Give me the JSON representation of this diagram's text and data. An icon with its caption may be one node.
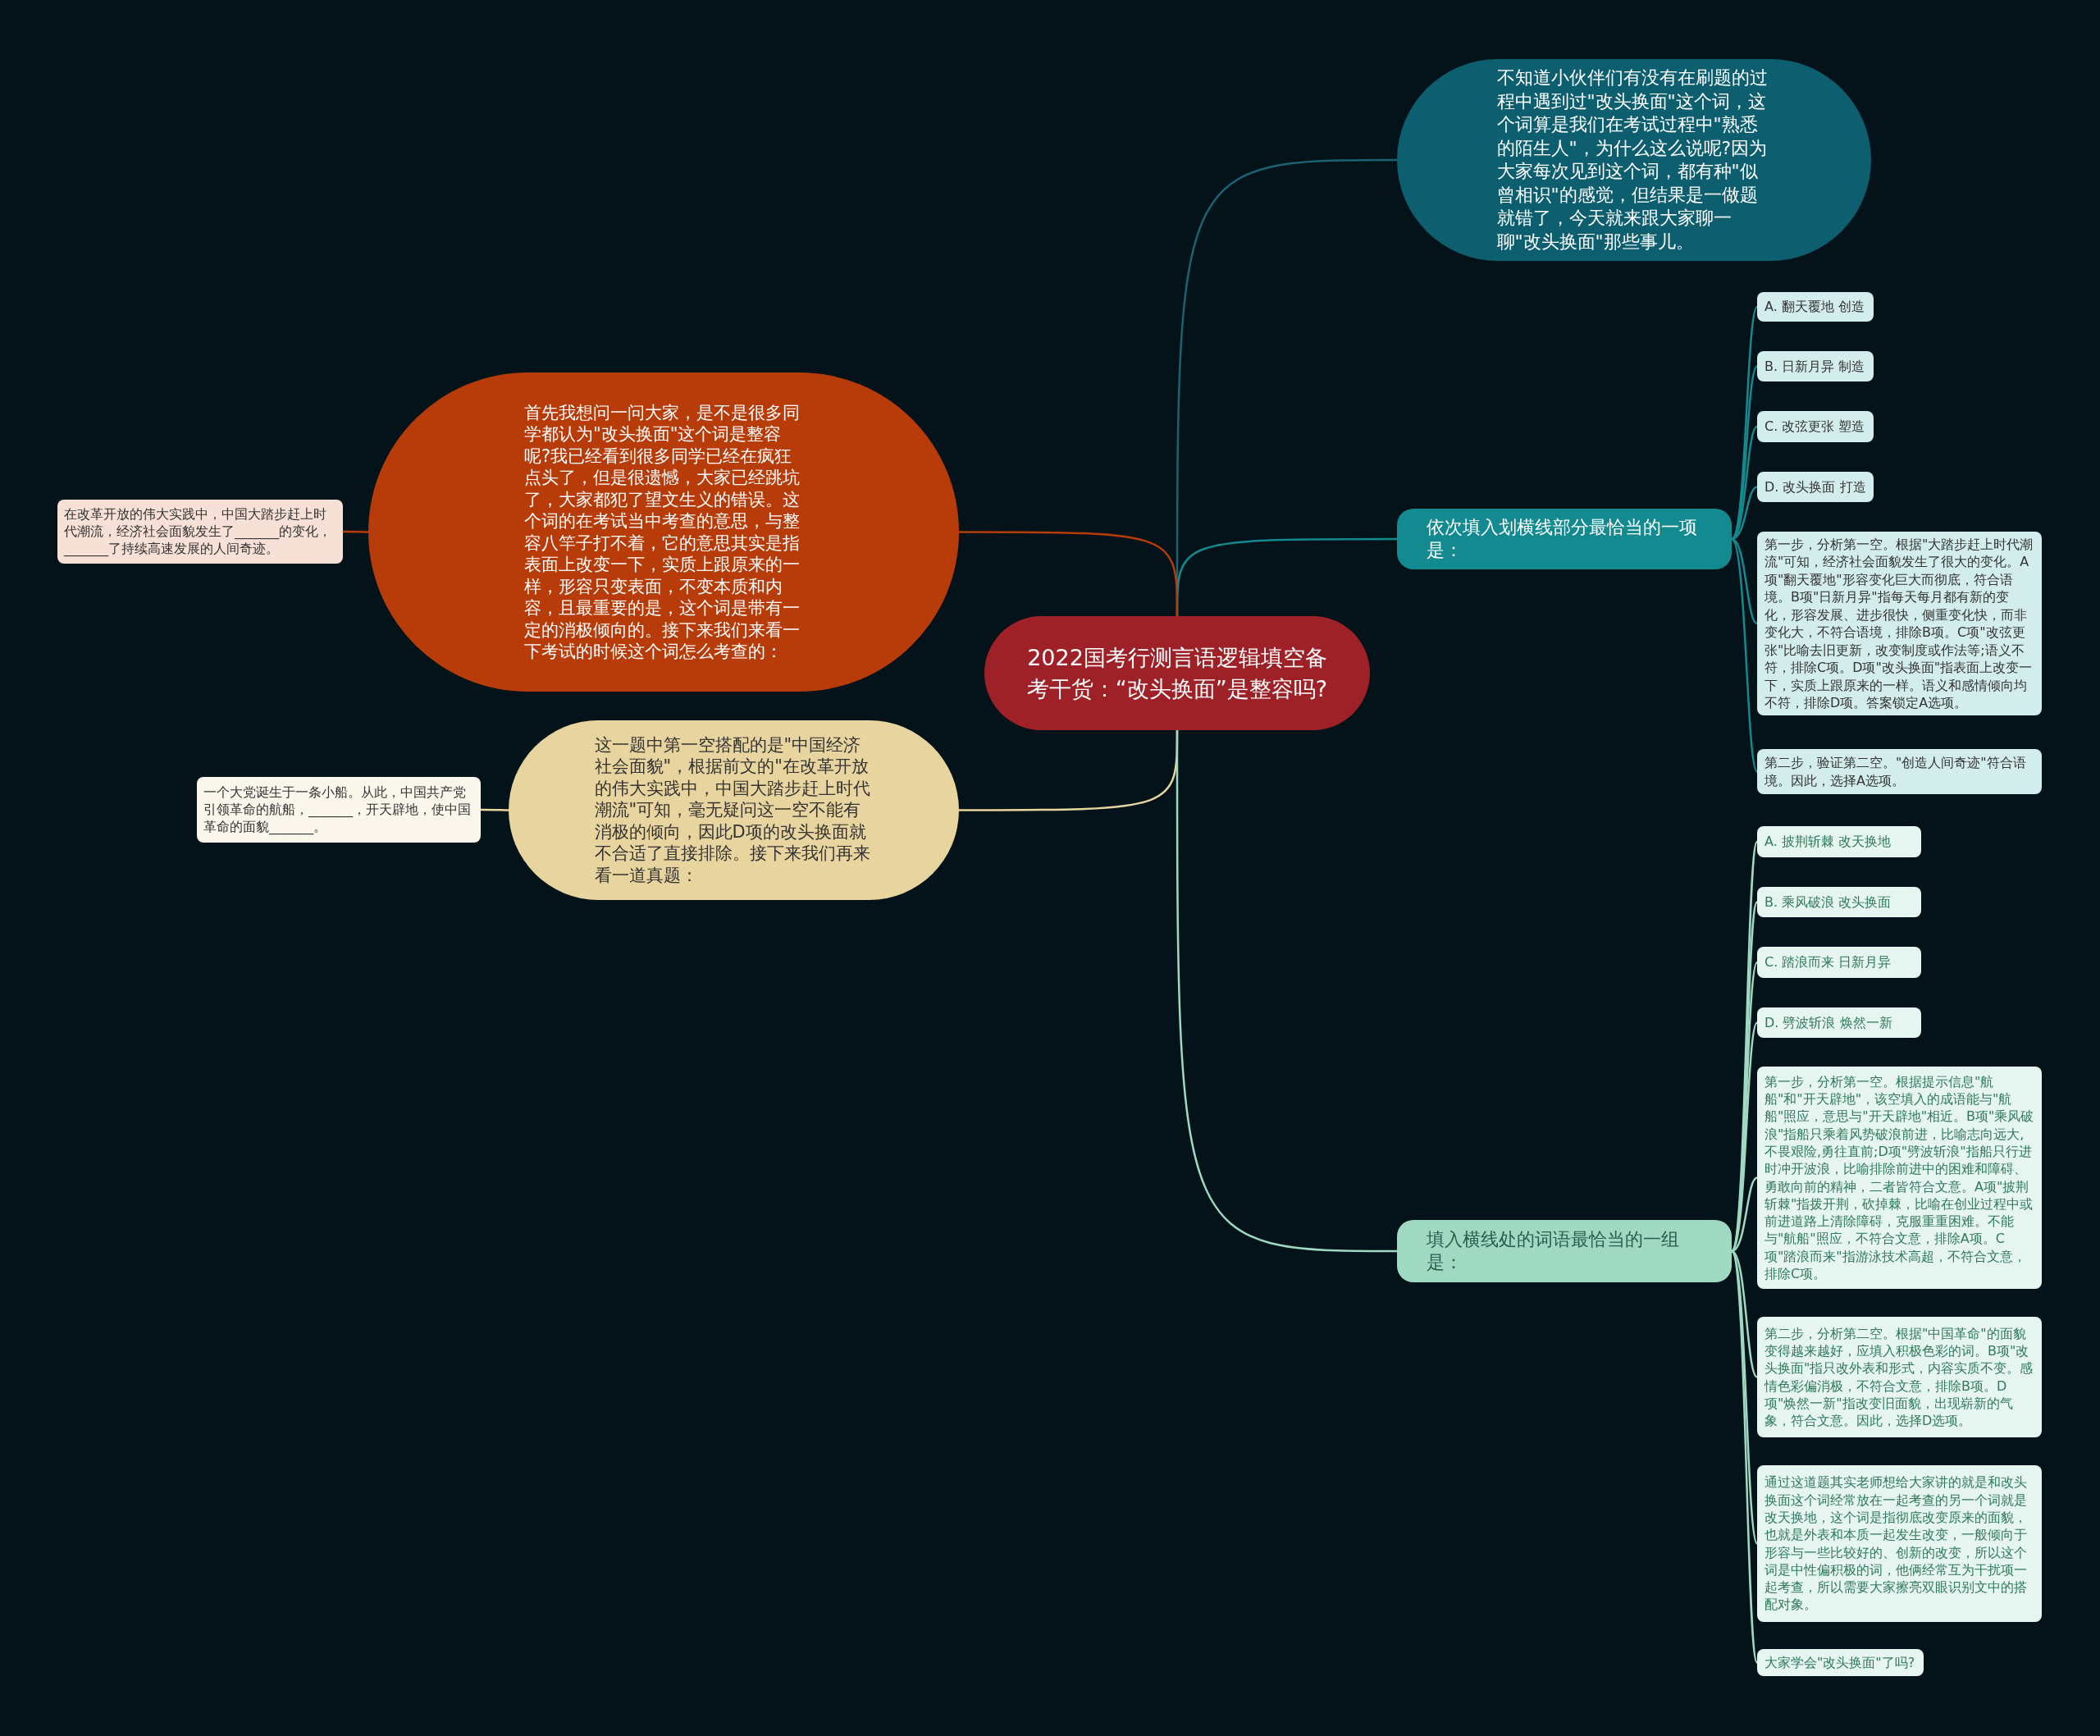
{
  "diagram": {
    "nodes": [
      {
        "text": [
          "2022国考行测言语逻辑填空备考干货：“改头换面”是整容吗?"
        ]
      },
      {
        "text": [
          "不知道小伙伴们有没有在刷题的过程中遇到过\"改头换面\"这个词，这个词算是我们在考试过程中\"熟悉的陌生人\"，为什么这么说呢?因为大家每次见到这个词，都有种\"似曾相识\"的感觉，但结果是一做题就错了，今天就来跟大家聊一聊\"改头换面\"那些事儿。"
        ]
      },
      {
        "text": [
          "依次填入划横线部分最恰当的一项是："
        ]
      },
      {
        "text": [
          "A. 翻天覆地 创造"
        ]
      },
      {
        "text": [
          "B. 日新月异 制造"
        ]
      },
      {
        "text": [
          "C. 改弦更张 塑造"
        ]
      },
      {
        "text": [
          "D. 改头换面 打造"
        ]
      },
      {
        "text": [
          "第一步，分析第一空。根据\"大踏步赶上时代潮流\"可知，经济社会面貌发生了很大的变化。A项\"翻天覆地\"形容变化巨大而彻底，符合语境。B项\"日新月异\"指每天每月都有新的变化，形容发展、进步很快，侧重变化快，而非变化大，不符合语境，排除B项。C项\"改弦更张\"比喻去旧更新，改变制度或作法等;语义不符，排除C项。D项\"改头换面\"指表面上改变一下，实质上跟原来的一样。语义和感情倾向均不符，排除D项。答案锁定A选项。"
        ]
      },
      {
        "text": [
          "第二步，验证第二空。\"创造人间奇迹\"符合语境。因此，选择A选项。"
        ]
      },
      {
        "text": [
          "首先我想问一问大家，是不是很多同学都认为\"改头换面\"这个词是整容呢?我已经看到很多同学已经在疯狂点头了，但是很遗憾，大家已经跳坑了，大家都犯了望文生义的错误。这个词的在考试当中考查的意思，与整容八竿子打不着，它的意思其实是指表面上改变一下，实质上跟原来的一样，形容只变表面，不变本质和内容，且最重要的是，这个词是带有一定的消极倾向的。接下来我们来看一下考试的时候这个词怎么考查的："
        ]
      },
      {
        "text": [
          "在改革开放的伟大实践中，中国大踏步赶上时代潮流，经济社会面貌发生了_______的变化，_______了持续高速发展的人间奇迹。"
        ]
      },
      {
        "text": [
          "这一题中第一空搭配的是\"中国经济社会面貌\"，根据前文的\"在改革开放的伟大实践中，中国大踏步赶上时代潮流\"可知，毫无疑问这一空不能有消极的倾向，因此D项的改头换面就不合适了直接排除。接下来我们再来看一道真题："
        ]
      },
      {
        "text": [
          "一个大党诞生于一条小船。从此，中国共产党引领革命的航船，_______，开天辟地，使中国革命的面貌_______。"
        ]
      },
      {
        "text": [
          "填入横线处的词语最恰当的一组是："
        ]
      },
      {
        "text": [
          "A. 披荆斩棘 改天换地"
        ]
      },
      {
        "text": [
          "B. 乘风破浪 改头换面"
        ]
      },
      {
        "text": [
          "C. 踏浪而来 日新月异"
        ]
      },
      {
        "text": [
          "D. 劈波斩浪 焕然一新"
        ]
      },
      {
        "text": [
          "第一步，分析第一空。根据提示信息\"航船\"和\"开天辟地\"，该空填入的成语能与\"航船\"照应，意思与\"开天辟地\"相近。B项\"乘风破浪\"指船只乘着风势破浪前进，比喻志向远大,不畏艰险,勇往直前;D项\"劈波斩浪\"指船只行进时冲开波浪，比喻排除前进中的困难和障碍、勇敢向前的精神，二者皆符合文意。A项\"披荆斩棘\"指拨开荆，砍掉棘，比喻在创业过程中或前进道路上清除障碍，克服重重困难。不能与\"航船\"照应，不符合文意，排除A项。C项\"踏浪而来\"指游泳技术高超，不符合文意，排除C项。"
        ]
      },
      {
        "text": [
          "第二步，分析第二空。根据\"中国革命\"的面貌变得越来越好，应填入积极色彩的词。B项\"改头换面\"指只改外表和形式，内容实质不变。感情色彩偏消极，不符合文意，排除B项。D项\"焕然一新\"指改变旧面貌，出现崭新的气象，符合文意。因此，选择D选项。"
        ]
      },
      {
        "text": [
          "通过这道题其实老师想给大家讲的就是和改头换面这个词经常放在一起考查的另一个词就是改天换地，这个词是指彻底改变原来的面貌，也就是外表和本质一起发生改变，一般倾向于形容与一些比较好的、创新的改变，所以这个词是中性偏积极的词，他俩经常互为干扰项一起考查，所以需要大家擦亮双眼识别文中的搭配对象。"
        ]
      },
      {
        "text": [
          "大家学会\"改头换面\"了吗?"
        ]
      }
    ],
    "edges": [
      {
        "from": 0,
        "to": 1,
        "arrow": "none",
        "color": "#1b6373"
      },
      {
        "from": 0,
        "to": 2,
        "arrow": "none",
        "color": "#128a8f"
      },
      {
        "from": 2,
        "to": 3,
        "arrow": "none",
        "color": "#128a8f"
      },
      {
        "from": 2,
        "to": 4,
        "arrow": "none",
        "color": "#128a8f"
      },
      {
        "from": 2,
        "to": 5,
        "arrow": "none",
        "color": "#128a8f"
      },
      {
        "from": 2,
        "to": 6,
        "arrow": "none",
        "color": "#128a8f"
      },
      {
        "from": 2,
        "to": 7,
        "arrow": "none",
        "color": "#128a8f"
      },
      {
        "from": 2,
        "to": 8,
        "arrow": "none",
        "color": "#128a8f"
      },
      {
        "from": 0,
        "to": 9,
        "arrow": "none",
        "color": "#b83c0a"
      },
      {
        "from": 9,
        "to": 10,
        "arrow": "none",
        "color": "#b83c0a"
      },
      {
        "from": 0,
        "to": 11,
        "arrow": "none",
        "color": "#e8d49f"
      },
      {
        "from": 11,
        "to": 12,
        "arrow": "none",
        "color": "#e8d49f"
      },
      {
        "from": 0,
        "to": 13,
        "arrow": "none"
      },
      {
        "from": 13,
        "to": 14,
        "arrow": "none"
      },
      {
        "from": 13,
        "to": 15,
        "arrow": "none"
      },
      {
        "from": 13,
        "to": 16,
        "arrow": "none"
      },
      {
        "from": 13,
        "to": 17,
        "arrow": "none"
      },
      {
        "from": 13,
        "to": 18,
        "arrow": "none"
      },
      {
        "from": 13,
        "to": 19,
        "arrow": "none"
      },
      {
        "from": 13,
        "to": 20,
        "arrow": "none"
      },
      {
        "from": 13,
        "to": 21,
        "arrow": "none"
      }
    ]
  }
}
